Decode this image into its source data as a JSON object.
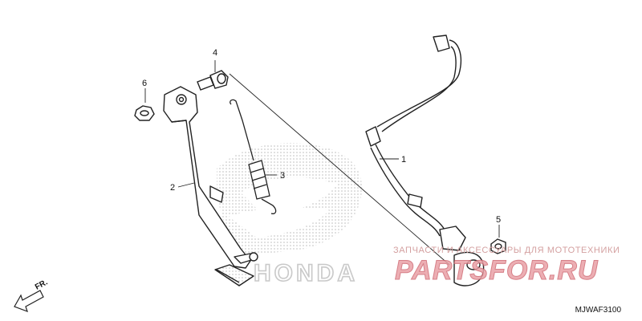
{
  "callouts": [
    {
      "id": "callout-1",
      "label": "1"
    },
    {
      "id": "callout-2",
      "label": "2"
    },
    {
      "id": "callout-3",
      "label": "3"
    },
    {
      "id": "callout-4",
      "label": "4"
    },
    {
      "id": "callout-5",
      "label": "5"
    },
    {
      "id": "callout-6",
      "label": "6"
    }
  ],
  "direction_label": "FR.",
  "diagram_code": "MJWAF3100",
  "watermark": {
    "tagline": "ЗАПЧАСТИ И АКСЕССУАРЫ ДЛЯ МОТОТЕХНИКИ",
    "logo": "PARTSFOR.RU"
  },
  "brand_logo": "HONDA",
  "colors": {
    "line": "#222222",
    "halftone": "#c8c8c8",
    "watermark": "#e9a0a6"
  }
}
